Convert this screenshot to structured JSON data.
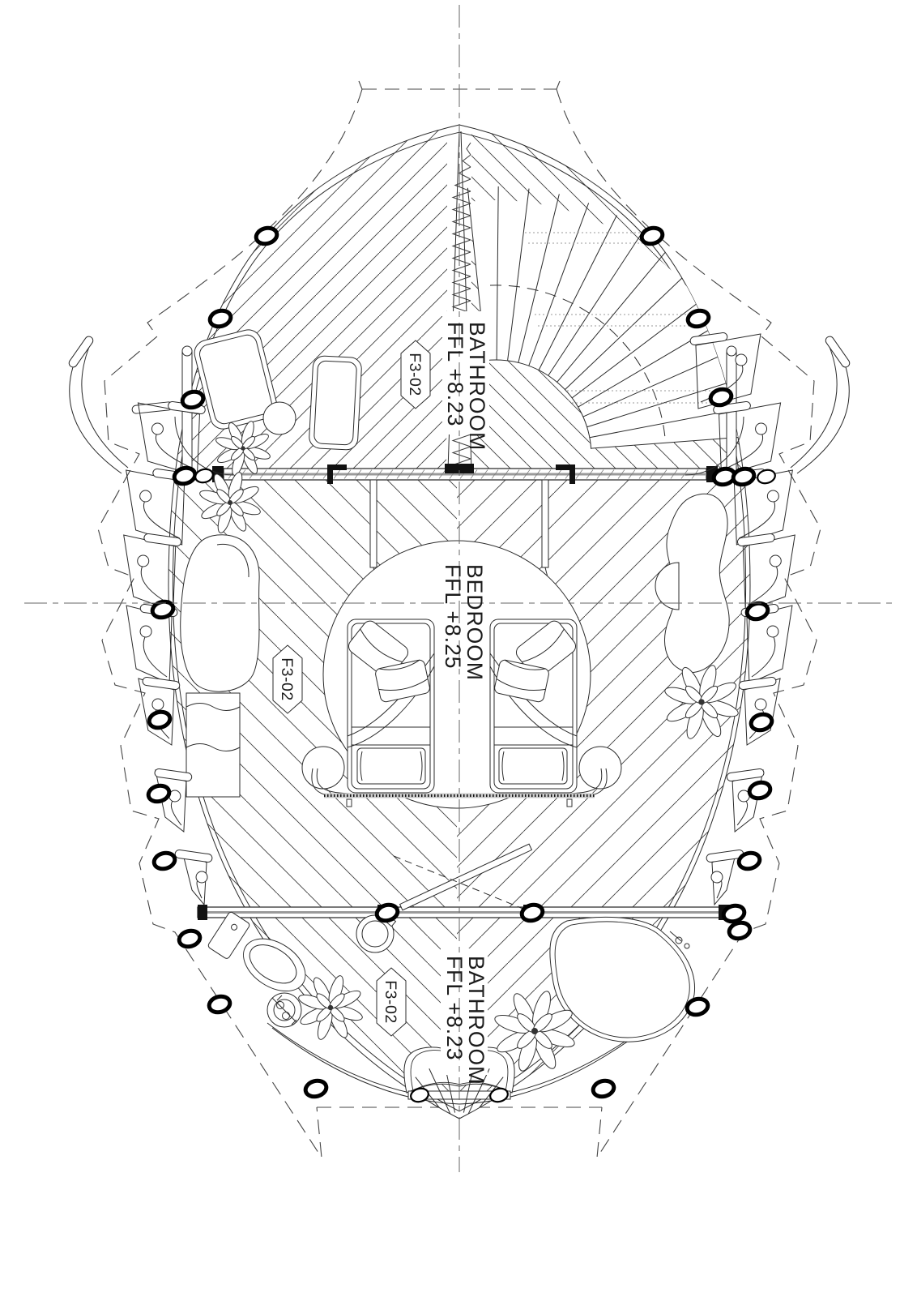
{
  "drawing": {
    "type": "architectural floor plan",
    "rooms": [
      {
        "name": "BATHROOM",
        "ffl": "FFL +8.23",
        "tag": "F3-02"
      },
      {
        "name": "BEDROOM",
        "ffl": "FFL +8.25",
        "tag": "F3-02"
      },
      {
        "name": "BATHROOM",
        "ffl": "FFL +8.23",
        "tag": "F3-02"
      }
    ],
    "colors": {
      "line": "#2b2b2b",
      "bold": "#000000",
      "guide": "#999999",
      "wall_core": "#9a9a9a",
      "background": "#ffffff"
    }
  }
}
